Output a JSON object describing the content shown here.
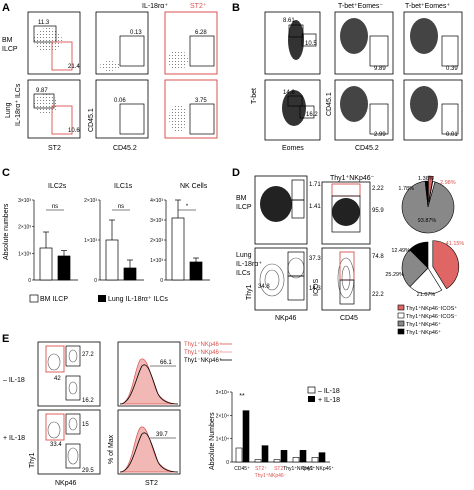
{
  "panels": {
    "A": {
      "letter": "A",
      "col_titles": [
        "IL-18rα⁺",
        "ST2⁺"
      ],
      "row_labels": [
        [
          "BM",
          "ILCP"
        ],
        [
          "Lung",
          "IL-18rα⁺ ILCs"
        ]
      ],
      "y_axis": "CD45.1",
      "x_axis": "CD45.2",
      "x_axis_left": "ST2",
      "values": {
        "r1_top": "11.3",
        "r1_bot": "21.4",
        "r1_m1": "0.13",
        "r1_m2": "6.28",
        "r2_top": "9.87",
        "r2_bot": "10.6",
        "r2_m1": "0.06",
        "r2_m2": "3.75"
      }
    },
    "B": {
      "letter": "B",
      "col_titles": [
        "T-bet⁺Eomes⁻",
        "T-bet⁺Eomes⁺"
      ],
      "y_axis_left": "T-bet",
      "x_axis_left": "Eomes",
      "y_axis": "CD45.1",
      "x_axis": "CD45.2",
      "values": {
        "r1_a": "8.61",
        "r1_b": "10.5",
        "r1_m1": "9.89",
        "r1_m2": "0.39",
        "r2_a": "14.6",
        "r2_b": "16.2",
        "r2_m1": "2.99",
        "r2_m2": "0.01"
      }
    },
    "C": {
      "letter": "C",
      "y_axis": "Absolute numbers",
      "legend": [
        "BM ILCP",
        "Lung IL-18rα⁺ ILCs"
      ]
    },
    "D": {
      "letter": "D",
      "col_title": "Thy1⁺NKp46⁻",
      "row_labels": [
        [
          "BM",
          "ILCP"
        ],
        [
          "Lung",
          "IL-18rα⁺",
          "ILCs"
        ]
      ],
      "y_axis": "Thy1",
      "x_axis": "NKp46",
      "y_axis2": "ICOS",
      "x_axis2": "CD45",
      "values": {
        "r1_a": "1.71",
        "r1_b": "1.41",
        "r1_c": "2.22",
        "r1_d": "95.9",
        "r2_a": "37.3",
        "r2_b": "14.3",
        "r2_c": "34.8",
        "r2_d": "74.8",
        "r2_e": "22.2"
      },
      "pie_legend": [
        "Thy1⁺NKp46⁻ICOS⁺",
        "Thy1⁺NKp46⁻ICOS⁻",
        "Thy1⁺NKp46⁺",
        "Thy1⁻NKp46⁺"
      ],
      "pie_colors": [
        "#e06666",
        "#ffffff",
        "#888888",
        "#000000"
      ]
    },
    "E": {
      "letter": "E",
      "row_labels": [
        "– IL-18",
        "+ IL-18"
      ],
      "y_axis": "Thy1",
      "x_axis": "NKp46",
      "hist_y": "% of Max",
      "hist_x": "ST2",
      "hist_legend": [
        "Thy1⁺NKp46⁻",
        "Thy1⁺NKp46⁻",
        "Thy1⁻NKp46⁺"
      ],
      "values": {
        "r1_a": "27.2",
        "r1_b": "42",
        "r1_c": "16.2",
        "r1_h": "66.1",
        "r2_a": "15",
        "r2_b": "33.4",
        "r2_c": "29.5",
        "r2_h": "39.7"
      },
      "bar_legend": [
        "– IL-18",
        "+ IL-18"
      ],
      "bar_ylabel": "Absolute Numbers",
      "sig": "**"
    }
  },
  "chart_data": [
    {
      "type": "bar",
      "title": "ILC2s",
      "categories": [
        "BM ILCP",
        "Lung IL-18rα⁺ ILCs"
      ],
      "series": [
        {
          "name": "",
          "values": [
            1.2,
            0.9
          ]
        }
      ],
      "errors": [
        0.6,
        0.2
      ],
      "ylim": [
        0,
        3
      ],
      "yticks": [
        "0",
        "1×10³",
        "2×10³",
        "3×10³"
      ],
      "annotation": "ns"
    },
    {
      "type": "bar",
      "title": "ILC1s",
      "categories": [
        "BM ILCP",
        "Lung IL-18rα⁺ ILCs"
      ],
      "series": [
        {
          "name": "",
          "values": [
            1.0,
            0.3
          ]
        }
      ],
      "errors": [
        0.5,
        0.2
      ],
      "ylim": [
        0,
        2
      ],
      "yticks": [
        "0",
        "1×10³",
        "2×10³"
      ],
      "annotation": "ns"
    },
    {
      "type": "bar",
      "title": "NK Cells",
      "categories": [
        "BM ILCP",
        "Lung IL-18rα⁺ ILCs"
      ],
      "series": [
        {
          "name": "",
          "values": [
            3.1,
            0.9
          ]
        }
      ],
      "errors": [
        0.9,
        0.2
      ],
      "ylim": [
        0,
        4
      ],
      "yticks": [
        "0",
        "1×10³",
        "2×10³",
        "3×10³",
        "4×10³"
      ],
      "annotation": "*"
    },
    {
      "type": "pie",
      "title": "",
      "labels": [
        "Thy1⁺NKp46⁻ICOS⁺",
        "Thy1⁺NKp46⁻ICOS⁻",
        "Thy1⁺NKp46⁺",
        "Thy1⁻NKp46⁺"
      ],
      "values": [
        2.98,
        1.36,
        93.87,
        1.78
      ],
      "value_labels": [
        "2.98%",
        "1.36%",
        "93.87%",
        "1.78%"
      ]
    },
    {
      "type": "pie",
      "title": "",
      "labels": [
        "Thy1⁺NKp46⁻ICOS⁺",
        "Thy1⁺NKp46⁻ICOS⁻",
        "Thy1⁺NKp46⁺",
        "Thy1⁻NKp46⁺"
      ],
      "values": [
        41.15,
        21.07,
        25.29,
        12.49
      ],
      "value_labels": [
        "41.15%",
        "21.07%",
        "25.29%",
        "12.49%"
      ]
    },
    {
      "type": "bar",
      "title": "",
      "categories": [
        "CD45⁺",
        "ST2⁺",
        "ST2⁻",
        "Thy1⁺NKp46⁺",
        "Thy1⁻NKp46⁺"
      ],
      "category_group": "Thy1⁺NKp46⁻",
      "series": [
        {
          "name": "– IL-18",
          "values": [
            0.6,
            0.1,
            0.1,
            0.2,
            0.2
          ]
        },
        {
          "name": "+ IL-18",
          "values": [
            2.2,
            0.7,
            0.5,
            0.5,
            0.4
          ]
        }
      ],
      "ylim": [
        0,
        3
      ],
      "yticks": [
        "0",
        "1×10⁴",
        "2×10⁴",
        "3×10⁴"
      ],
      "ylabel": "Absolute Numbers",
      "annotation": "**"
    }
  ]
}
